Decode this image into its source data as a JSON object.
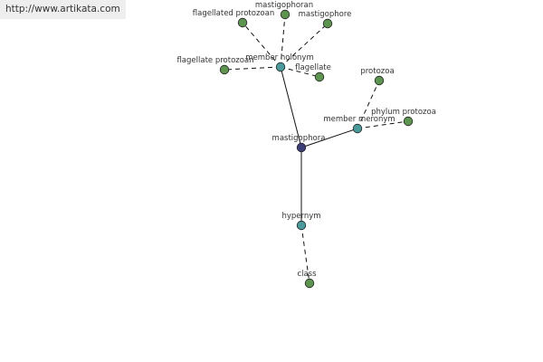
{
  "source_url": "http://www.artikata.com",
  "graph": {
    "center": {
      "id": "mastigophora",
      "label": "mastigophora"
    },
    "relations": [
      {
        "id": "member_holonym",
        "label": "member holonym"
      },
      {
        "id": "member_meronym",
        "label": "member meronym"
      },
      {
        "id": "hypernym",
        "label": "hypernym"
      }
    ],
    "leaves": [
      {
        "id": "flagellated_protozoan",
        "label": "flagellated protozoan",
        "relation": "member_holonym"
      },
      {
        "id": "mastigophoran",
        "label": "mastigophoran",
        "relation": "member_holonym"
      },
      {
        "id": "mastigophore",
        "label": "mastigophore",
        "relation": "member_holonym"
      },
      {
        "id": "flagellate_protozoan",
        "label": "flagellate protozoan",
        "relation": "member_holonym"
      },
      {
        "id": "flagellate",
        "label": "flagellate",
        "relation": "member_holonym"
      },
      {
        "id": "protozoa",
        "label": "protozoa",
        "relation": "member_meronym"
      },
      {
        "id": "phylum_protozoa",
        "label": "phylum protozoa",
        "relation": "member_meronym"
      },
      {
        "id": "class",
        "label": "class",
        "relation": "hypernym"
      }
    ]
  },
  "colors": {
    "center_node": "#3d3d7a",
    "relation_node": "#4a9a9c",
    "leaf_node": "#5d9450",
    "url_bar_bg": "#eeeeee"
  }
}
